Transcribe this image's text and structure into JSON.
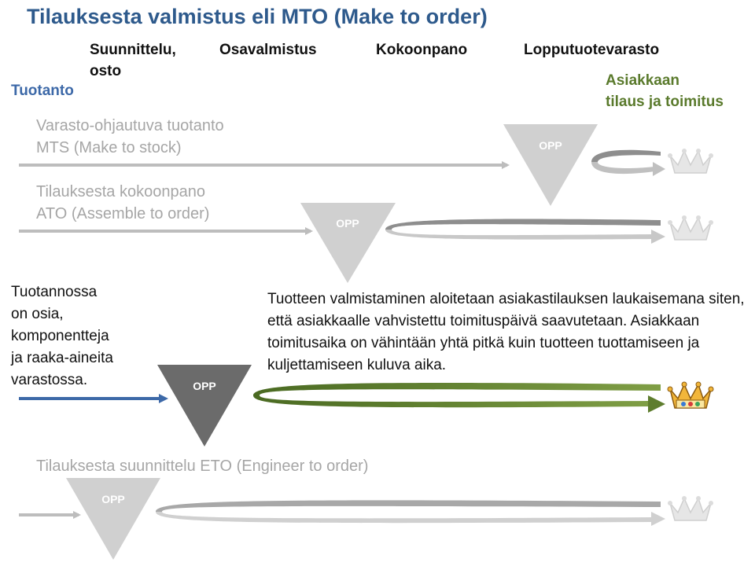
{
  "title": "Tilauksesta valmistus eli MTO (Make to order)",
  "stages": [
    "Suunnittelu,\nosto",
    "Osavalmistus",
    "Kokoonpano",
    "Lopputuotevarasto"
  ],
  "production_label": "Tuotanto",
  "customer_label": "Asiakkaan\ntilaus ja toimitus",
  "mts": {
    "line1": "Varasto-ohjautuva tuotanto",
    "line2": "MTS (Make to stock)"
  },
  "ato": {
    "line1": "Tilauksesta kokoonpano",
    "line2": "ATO (Assemble to order)"
  },
  "mto_stock_note": "Tuotannossa\non osia,\nkomponentteja\nja raaka-aineita\nvarastossa.",
  "mto_description": "Tuotteen valmistaminen aloitetaan asiakastilauksen laukaisemana siten, että asiakkaalle vahvistettu toimituspäivä saavutetaan. Asiakkaan toimitusaika on vähintään yhtä pitkä kuin tuotteen tuottamiseen ja kuljettamiseen kuluva aika.",
  "eto": {
    "line1": "Tilauksesta suunnittelu  ETO (Engineer to order)"
  },
  "opp_label": "OPP",
  "icons": {
    "customer": "crown-icon"
  },
  "colors": {
    "title": "#2e5a8c",
    "gray": "#c8c8c8",
    "dark": "#6b6b6b",
    "green": "#5e7d2e",
    "blue": "#3d69a8"
  }
}
